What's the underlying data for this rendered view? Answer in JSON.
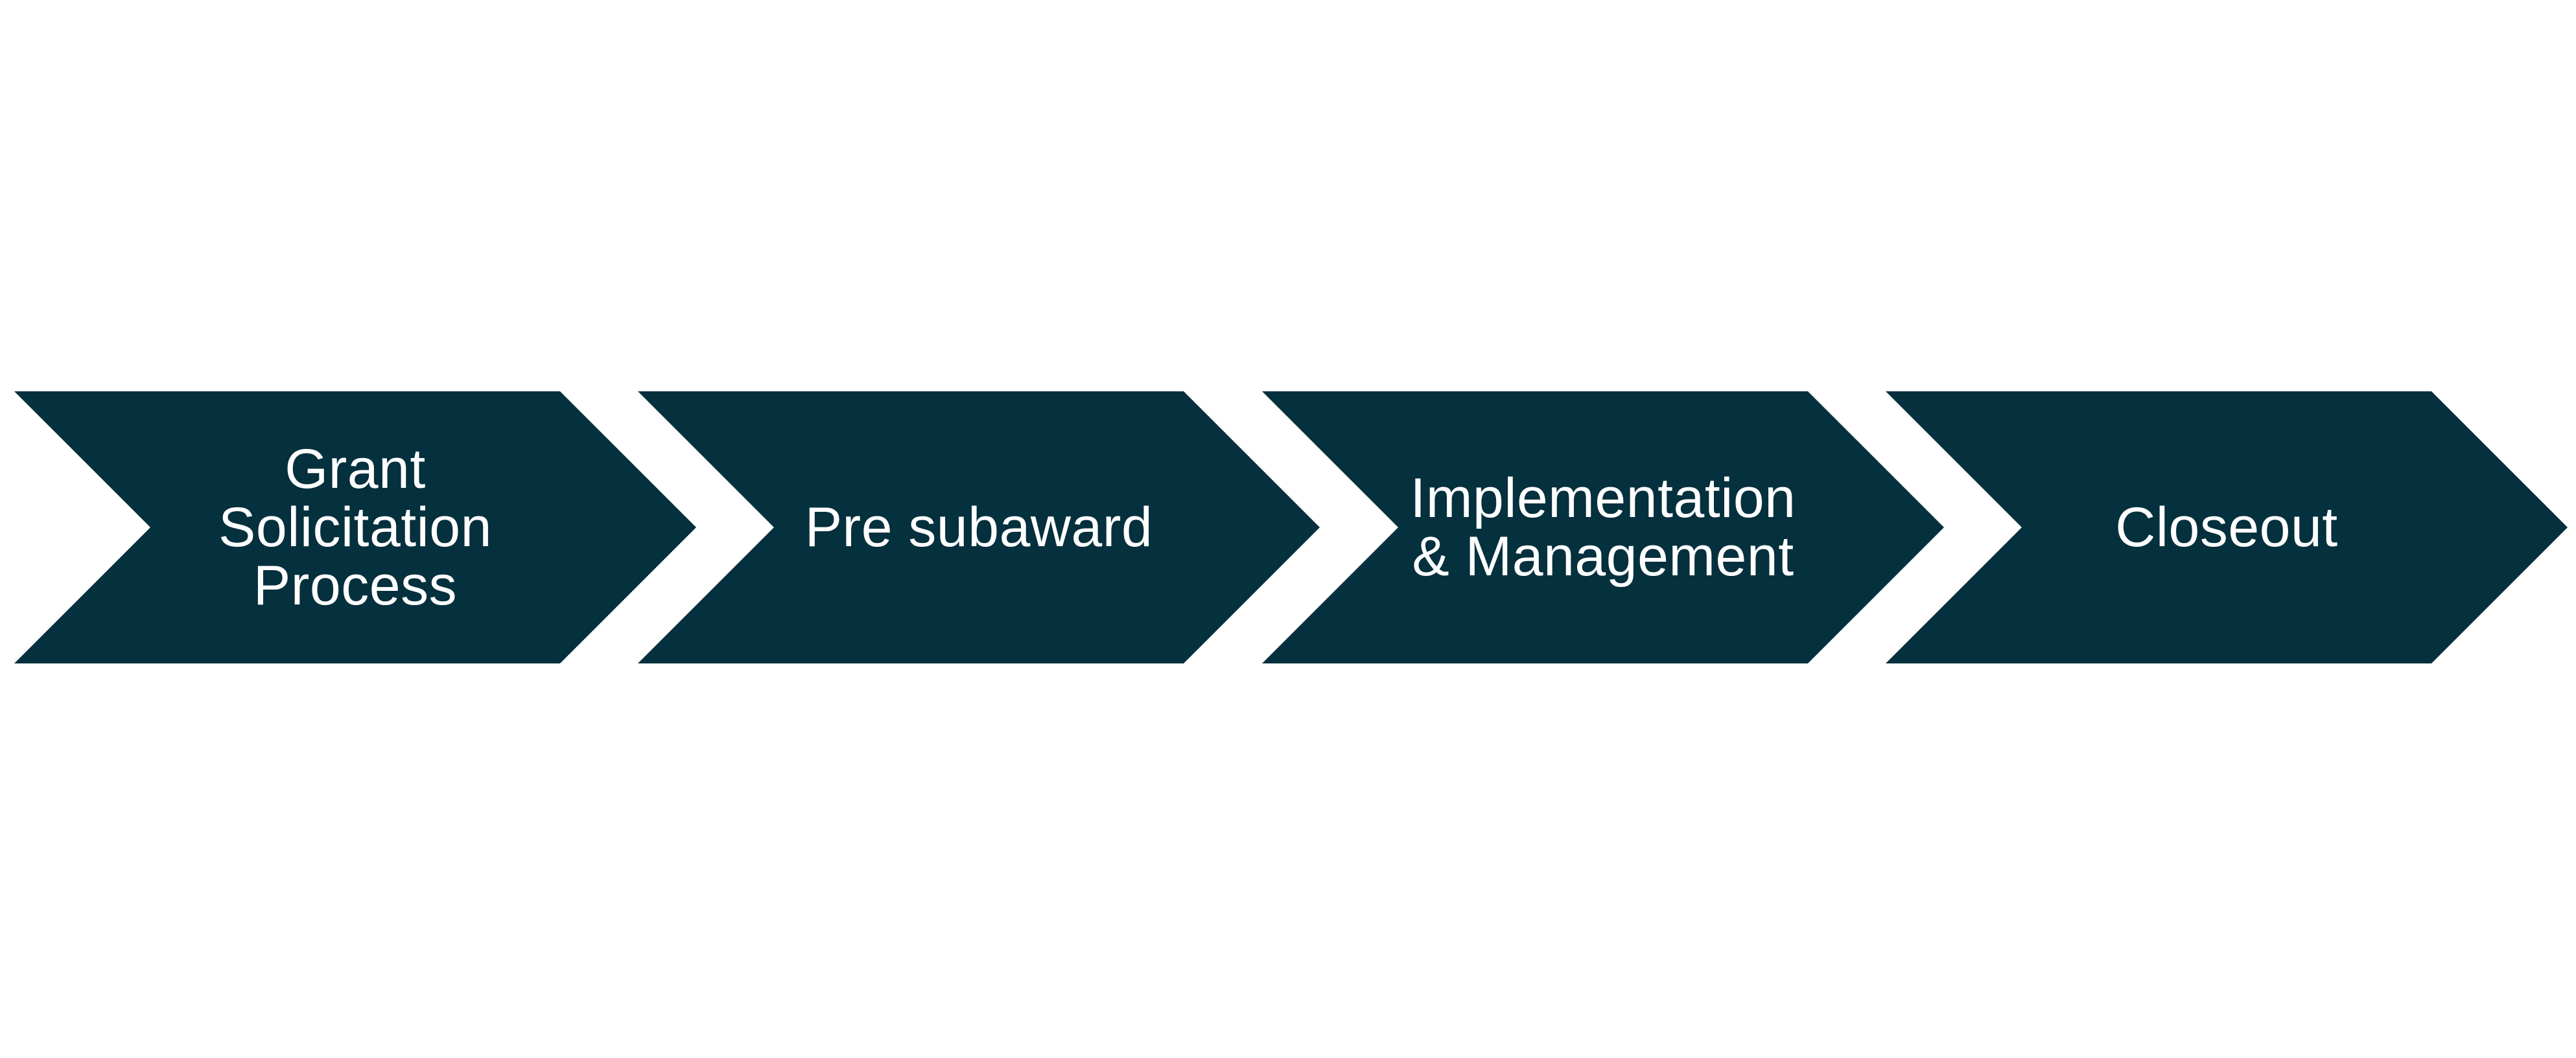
{
  "colors": {
    "background": "#ffffff",
    "chevron_fill": "#05303d",
    "label_text": "#ffffff"
  },
  "process_steps": [
    {
      "label": "Grant\nSolicitation\nProcess"
    },
    {
      "label": "Pre subaward"
    },
    {
      "label": "Implementation\n& Management"
    },
    {
      "label": "Closeout"
    }
  ]
}
